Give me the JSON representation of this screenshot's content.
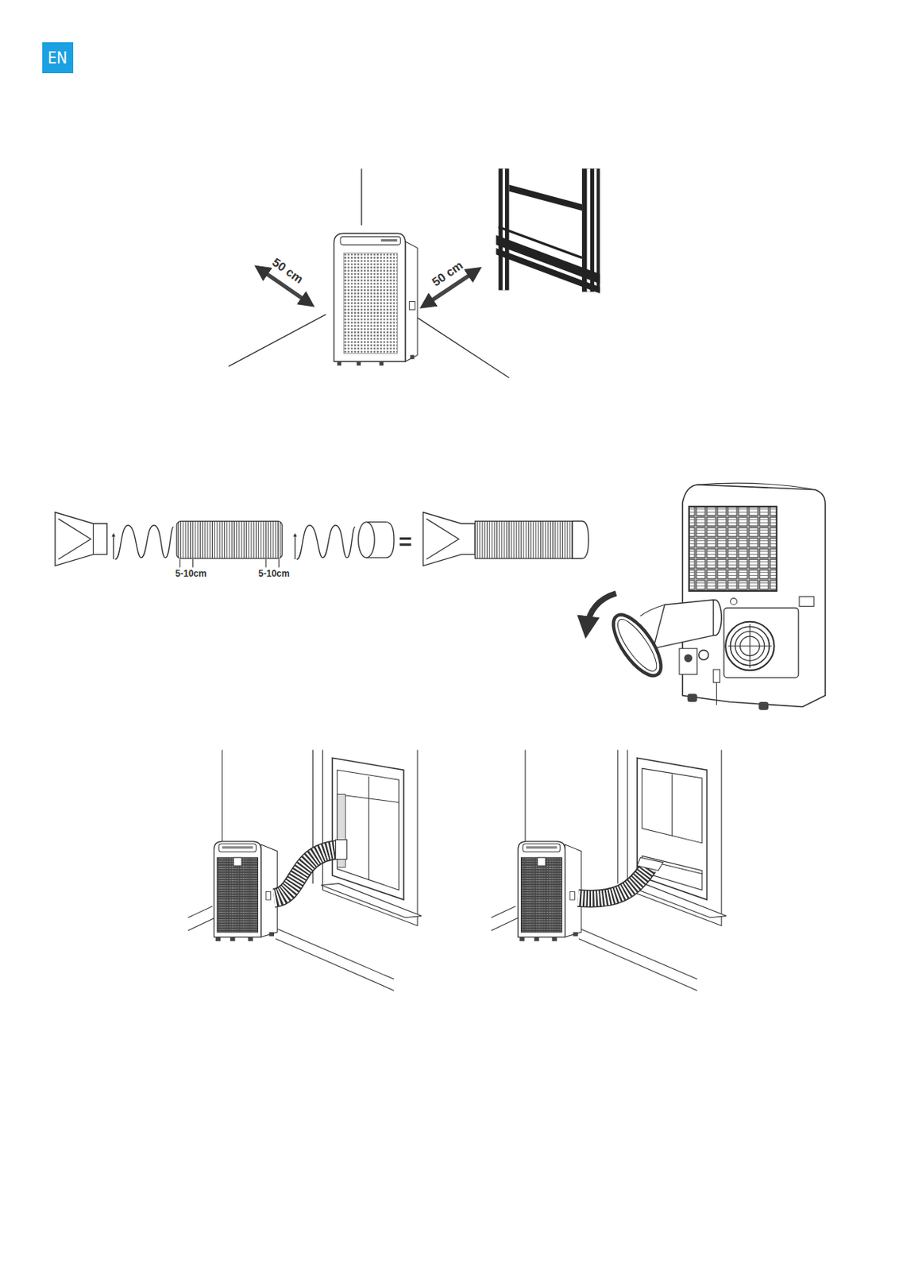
{
  "diagram": {
    "nodes": [
      {
        "text": [
          "EN"
        ]
      }
    ],
    "labels": [
      "50 cm",
      "50 cm",
      "5-10cm",
      "5-10cm",
      "="
    ]
  }
}
